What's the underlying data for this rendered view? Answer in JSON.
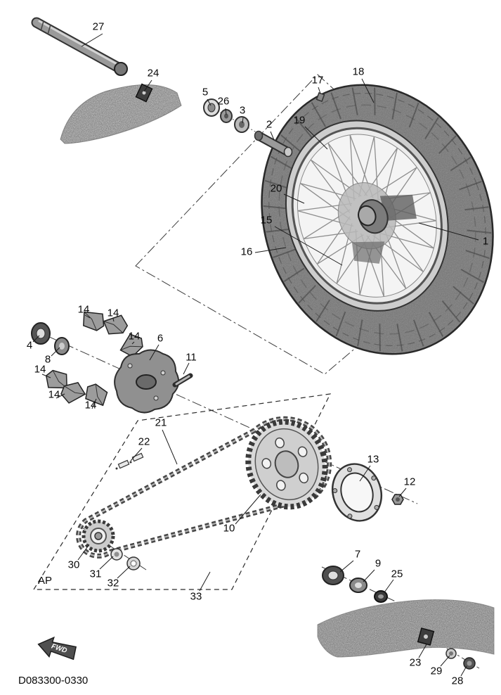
{
  "diagram": {
    "code": "D083300-0330",
    "ap_label": "AP",
    "fwd_label": "FWD",
    "callouts": [
      "27",
      "24",
      "5",
      "26",
      "3",
      "2",
      "17",
      "18",
      "19",
      "20",
      "15",
      "16",
      "1",
      "4",
      "8",
      "14",
      "14",
      "14",
      "14",
      "14",
      "14",
      "6",
      "11",
      "21",
      "22",
      "10",
      "13",
      "12",
      "7",
      "9",
      "25",
      "30",
      "31",
      "32",
      "33",
      "23",
      "29",
      "28"
    ]
  }
}
